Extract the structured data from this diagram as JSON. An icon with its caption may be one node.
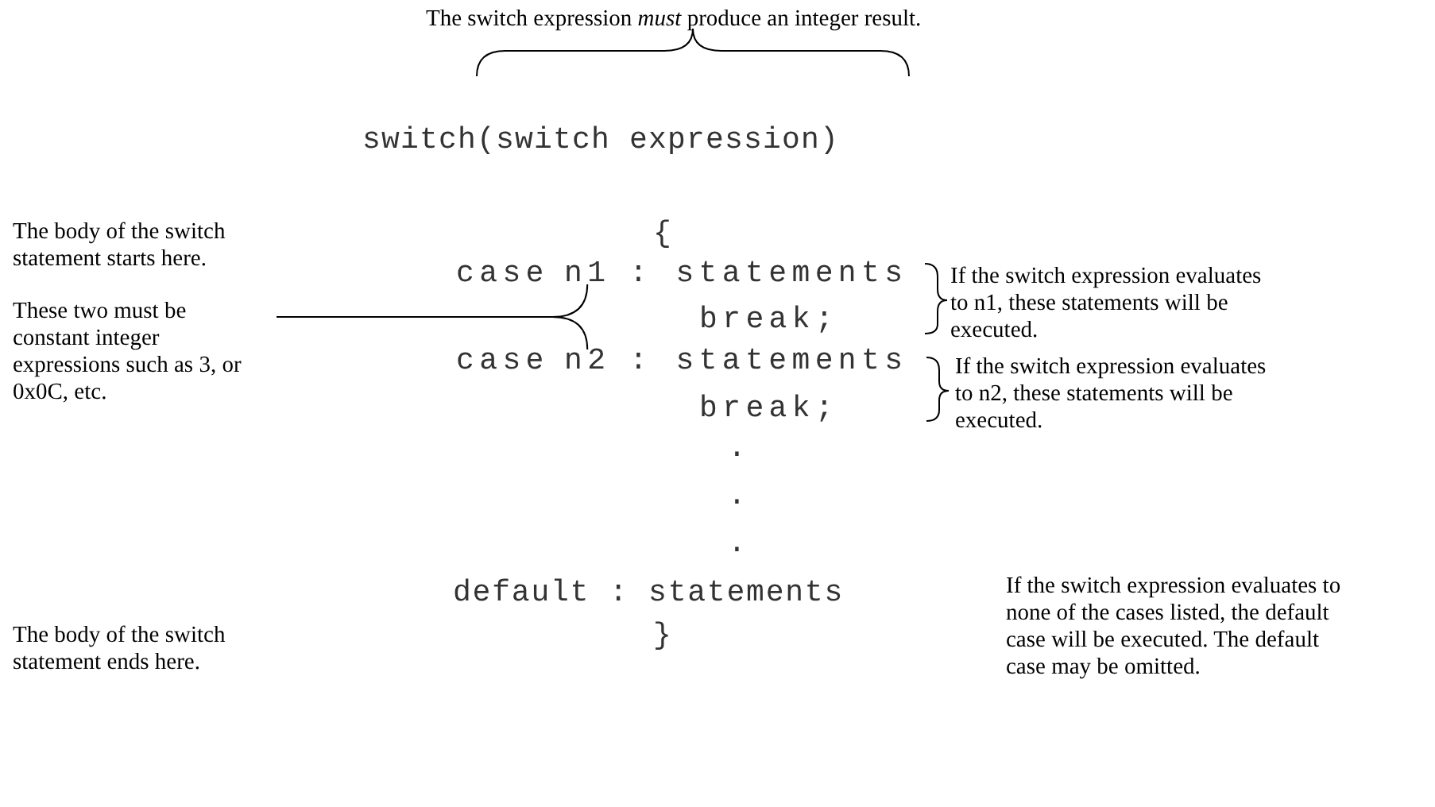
{
  "diagram": {
    "nodes": [
      {
        "text": [
          "These two must be constant integer expressions such as 3, or 0x0C, etc."
        ]
      },
      {
        "text": [
          "n1"
        ]
      },
      {
        "text": [
          "n2"
        ]
      }
    ],
    "edges": [
      {
        "from": 0,
        "to": 1,
        "arrow": "none"
      },
      {
        "from": 0,
        "to": 2,
        "arrow": "none"
      }
    ],
    "labels": [
      "The switch expression *must* produce an integer result.",
      "switch(switch expression)",
      "The body of the switch statement starts here.",
      "{",
      "case",
      ": statements",
      "If the switch expression evaluates to n1, these statements will be executed.",
      "break;",
      "case",
      ": statements",
      "If the switch expression evaluates to n2, these statements will be executed.",
      "break;",
      ".",
      ".",
      ".",
      "default : statements",
      "If the switch expression evaluates to none of the cases listed, the default case will be executed. The default case may be omitted.",
      "The body of the switch statement ends here.",
      "}"
    ]
  }
}
